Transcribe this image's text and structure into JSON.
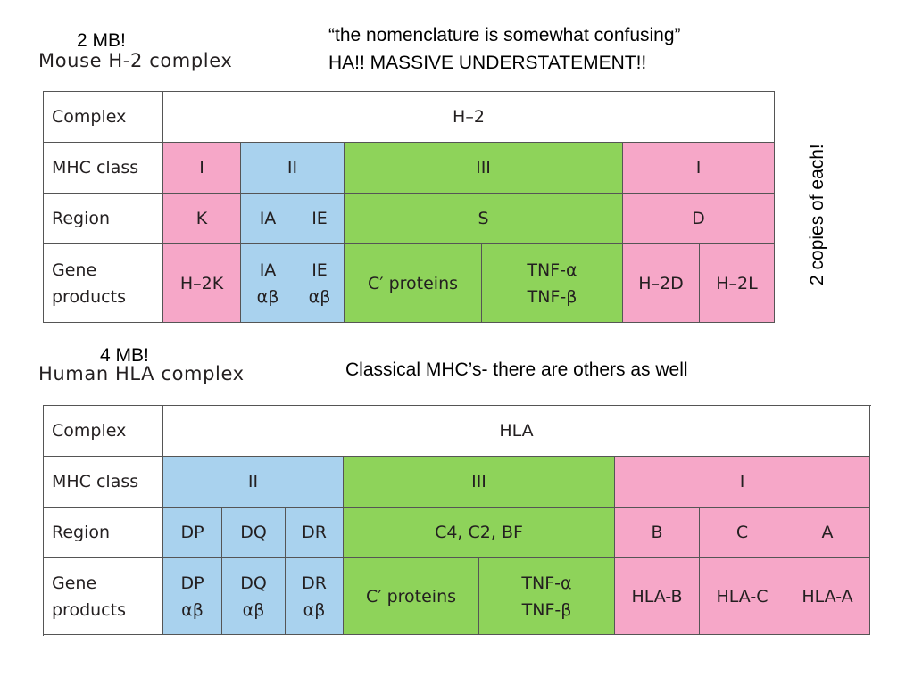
{
  "notes": {
    "mouse_size": "2 MB!",
    "quote_line1": "“the nomenclature is somewhat confusing”",
    "quote_line2": "HA!! MASSIVE UNDERSTATEMENT!!",
    "copies": "2 copies of each!",
    "human_size": "4 MB!",
    "classical": "Classical MHC’s- there are others as well"
  },
  "colors": {
    "class_I": "#f6a7c8",
    "class_II": "#a9d2ee",
    "class_III": "#8ed35a",
    "header": "#ffffff"
  },
  "mouse": {
    "title": "Mouse H-2 complex",
    "row_headers": {
      "complex": "Complex",
      "mhc_class": "MHC class",
      "region": "Region",
      "gene_products": "Gene\nproducts"
    },
    "complex": "H–2",
    "classes": [
      "I",
      "II",
      "III",
      "I"
    ],
    "regions": [
      "K",
      "IA",
      "IE",
      "S",
      "D"
    ],
    "genes": [
      "H–2K",
      "IA\nαβ",
      "IE\nαβ",
      "C′ proteins",
      "TNF-α\nTNF-β",
      "H–2D",
      "H–2L"
    ]
  },
  "human": {
    "title": "Human HLA complex",
    "row_headers": {
      "complex": "Complex",
      "mhc_class": "MHC class",
      "region": "Region",
      "gene_products": "Gene\nproducts"
    },
    "complex": "HLA",
    "classes": [
      "II",
      "III",
      "I"
    ],
    "regions": [
      "DP",
      "DQ",
      "DR",
      "C4, C2, BF",
      "B",
      "C",
      "A"
    ],
    "genes": [
      "DP\nαβ",
      "DQ\nαβ",
      "DR\nαβ",
      "C′ proteins",
      "TNF-α\nTNF-β",
      "HLA-B",
      "HLA-C",
      "HLA-A"
    ]
  }
}
